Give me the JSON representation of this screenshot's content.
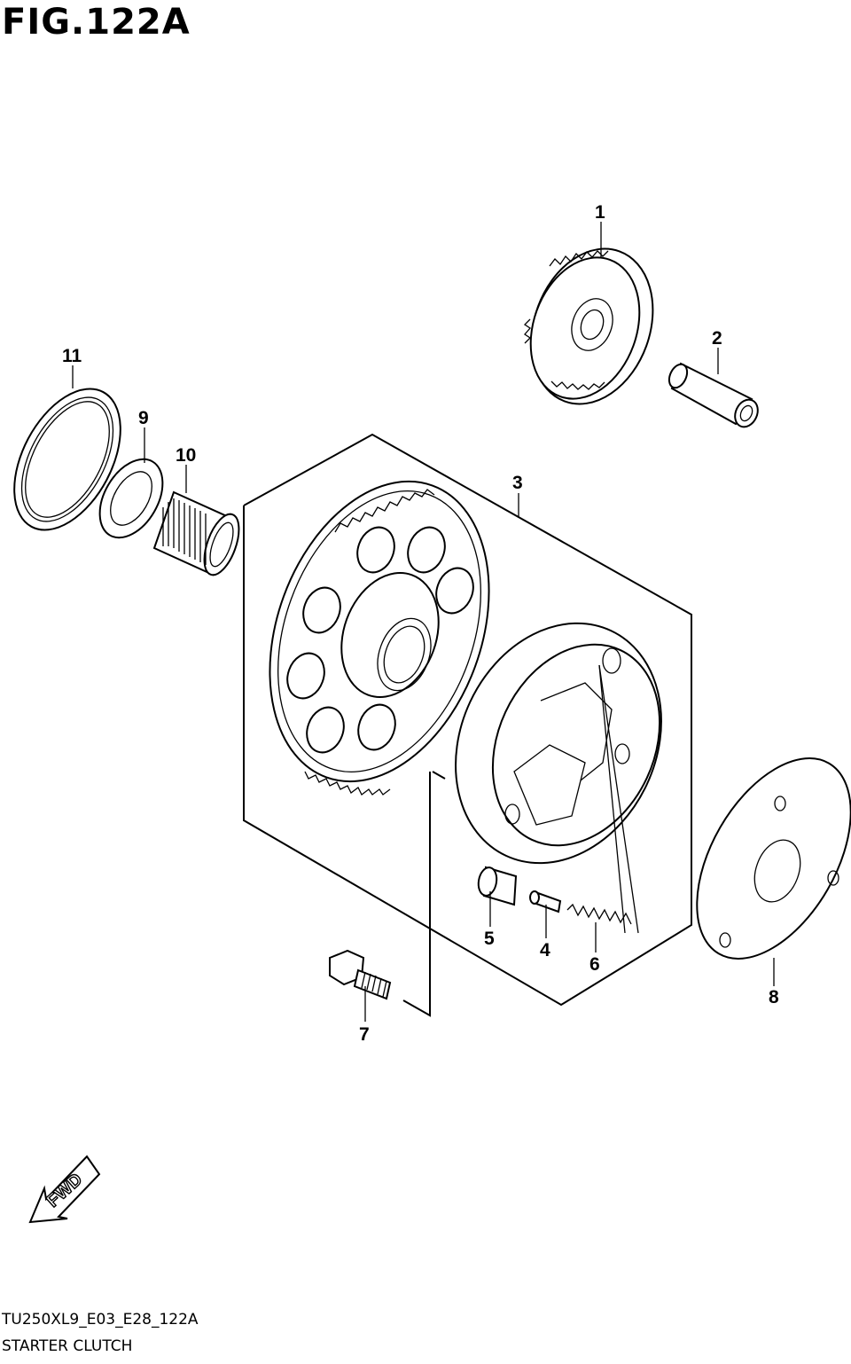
{
  "figure": {
    "title": "FIG.122A"
  },
  "footer": {
    "code": "TU250XL9_E03_E28_122A",
    "name": "STARTER CLUTCH"
  },
  "fwd": {
    "label": "FWD"
  },
  "callouts": [
    "1",
    "2",
    "3",
    "4",
    "5",
    "6",
    "7",
    "8",
    "9",
    "10",
    "11"
  ]
}
